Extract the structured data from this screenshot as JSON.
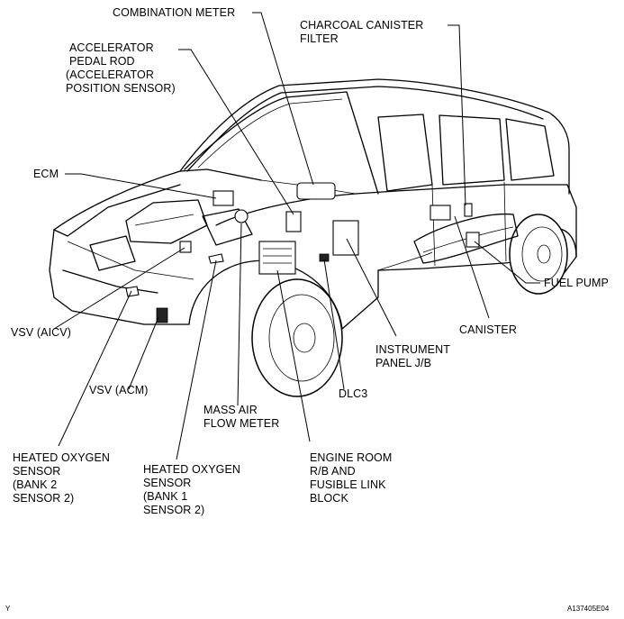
{
  "labels": {
    "combination_meter": [
      "COMBINATION METER"
    ],
    "charcoal_canister_filter": [
      "CHARCOAL CANISTER",
      "FILTER"
    ],
    "accelerator_pedal_rod": [
      "ACCELERATOR",
      "PEDAL ROD",
      "(ACCELERATOR",
      "POSITION SENSOR)"
    ],
    "ecm": [
      "ECM"
    ],
    "fuel_pump": [
      "FUEL PUMP"
    ],
    "canister": [
      "CANISTER"
    ],
    "vsv_aicv": [
      "VSV (AICV)"
    ],
    "instrument_panel_jb": [
      "INSTRUMENT",
      "PANEL J/B"
    ],
    "vsv_acm": [
      "VSV (ACM)"
    ],
    "dlc3": [
      "DLC3"
    ],
    "mass_air_flow_meter": [
      "MASS AIR",
      "FLOW METER"
    ],
    "heated_oxygen_sensor_bank2": [
      "HEATED OXYGEN",
      "SENSOR",
      "(BANK 2",
      "SENSOR 2)"
    ],
    "heated_oxygen_sensor_bank1": [
      "HEATED OXYGEN",
      "SENSOR",
      "(BANK 1",
      "SENSOR 2)"
    ],
    "engine_room_rb": [
      "ENGINE ROOM",
      "R/B AND",
      "FUSIBLE LINK",
      "BLOCK"
    ]
  },
  "corner_code_left": "Y",
  "figure_id": "A137405E04"
}
